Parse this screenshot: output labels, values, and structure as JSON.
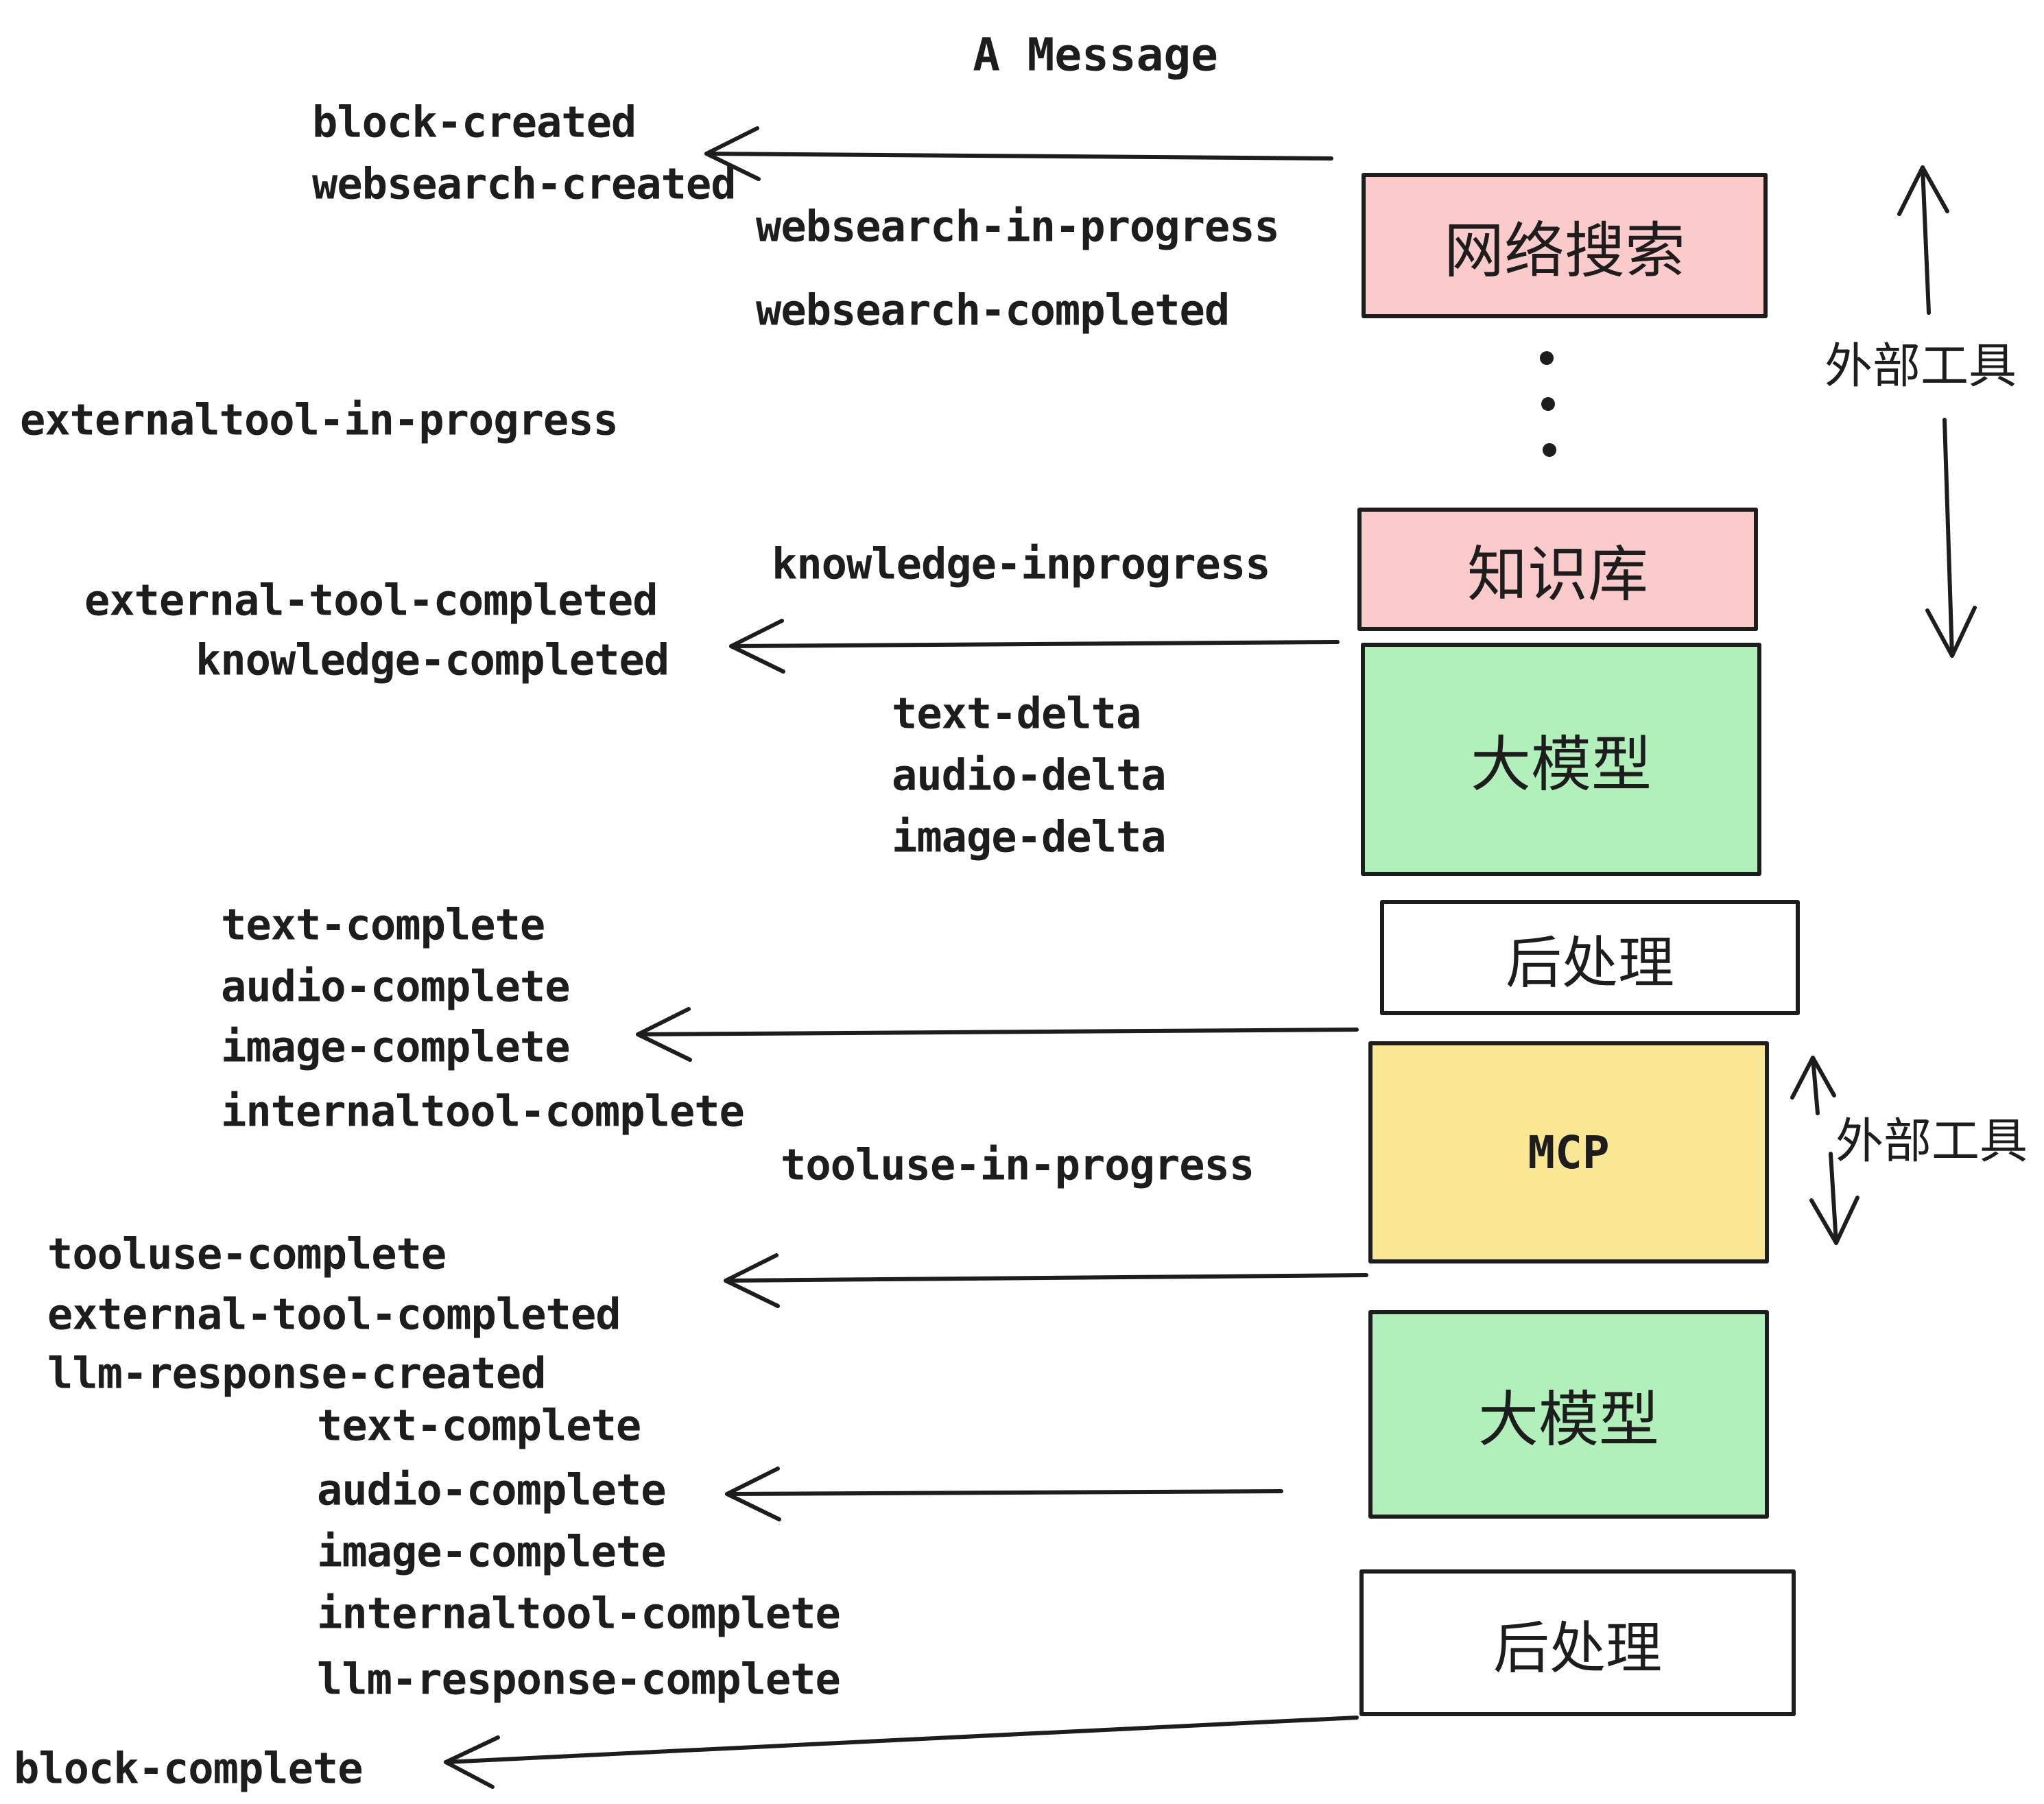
{
  "title": "A Message",
  "colors": {
    "ink": "#1d1d1d",
    "box_pink": "#fbcaca",
    "box_green": "#b2f0bb",
    "box_yellow": "#fae794",
    "box_white": "#ffffff"
  },
  "boxes": [
    {
      "id": "websearch",
      "label": "网络搜索"
    },
    {
      "id": "knowledge",
      "label": "知识库"
    },
    {
      "id": "llm-1",
      "label": "大模型"
    },
    {
      "id": "postprocess-1",
      "label": "后处理"
    },
    {
      "id": "mcp",
      "label": "MCP"
    },
    {
      "id": "llm-2",
      "label": "大模型"
    },
    {
      "id": "postprocess-2",
      "label": "后处理"
    }
  ],
  "side_labels": [
    {
      "label": "外部工具"
    },
    {
      "label": "外部工具"
    }
  ],
  "events": [
    {
      "label": "block-created"
    },
    {
      "label": "websearch-created"
    },
    {
      "label": "websearch-in-progress"
    },
    {
      "label": "websearch-completed"
    },
    {
      "label": "externaltool-in-progress"
    },
    {
      "label": "knowledge-inprogress"
    },
    {
      "label": "external-tool-completed"
    },
    {
      "label": "knowledge-completed"
    },
    {
      "label": "text-delta"
    },
    {
      "label": "audio-delta"
    },
    {
      "label": "image-delta"
    },
    {
      "label": "text-complete"
    },
    {
      "label": "audio-complete"
    },
    {
      "label": "image-complete"
    },
    {
      "label": "internaltool-complete"
    },
    {
      "label": "tooluse-in-progress"
    },
    {
      "label": "tooluse-complete"
    },
    {
      "label": "external-tool-completed"
    },
    {
      "label": "llm-response-created"
    },
    {
      "label": "text-complete"
    },
    {
      "label": "audio-complete"
    },
    {
      "label": "image-complete"
    },
    {
      "label": "internaltool-complete"
    },
    {
      "label": "llm-response-complete"
    },
    {
      "label": "block-complete"
    }
  ],
  "icons": {
    "vertical_ellipsis": "more-steps-dots"
  }
}
